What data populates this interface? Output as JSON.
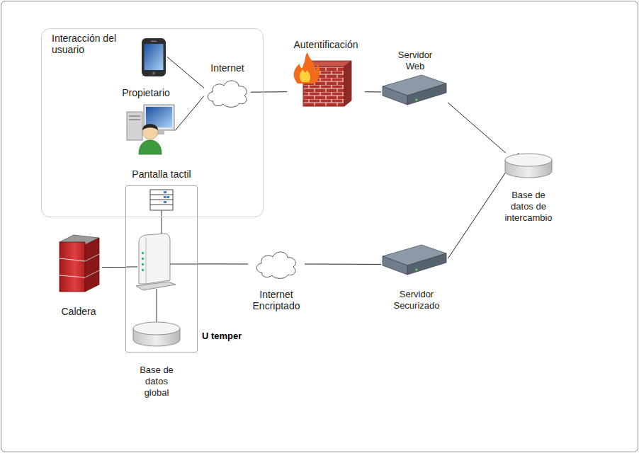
{
  "diagram": {
    "nodes": [
      {
        "text": [
          "Interacción del usuario"
        ]
      },
      {
        "text": [
          "Propietario"
        ],
        "in": 0
      },
      {
        "text": [
          "Internet"
        ],
        "in": 0
      },
      {
        "text": [
          "Autentificación"
        ]
      },
      {
        "text": [
          "Servidor Web"
        ]
      },
      {
        "text": [
          "Base de datos de intercambio"
        ]
      },
      {
        "text": [
          "U temper"
        ]
      },
      {
        "text": [
          "Pantalla tactil"
        ],
        "in": 6
      },
      {
        "text": [
          "Base de datos global"
        ],
        "in": 6
      },
      {
        "text": [
          "Caldera"
        ]
      },
      {
        "text": [
          "Internet Encriptado"
        ]
      },
      {
        "text": [
          "Servidor Securizado"
        ]
      }
    ],
    "edges": [
      {
        "from": 1,
        "to": 2,
        "arrow": "none"
      },
      {
        "from": 1,
        "to": 2,
        "arrow": "none"
      },
      {
        "from": 2,
        "to": 3,
        "arrow": "none"
      },
      {
        "from": 3,
        "to": 4,
        "arrow": "none"
      },
      {
        "from": 4,
        "to": 5,
        "arrow": "none"
      },
      {
        "from": 11,
        "to": 5,
        "arrow": "none"
      },
      {
        "from": 10,
        "to": 11,
        "arrow": "none"
      },
      {
        "from": 6,
        "to": 10,
        "arrow": "none"
      },
      {
        "from": 9,
        "to": 6,
        "arrow": "none"
      }
    ]
  }
}
